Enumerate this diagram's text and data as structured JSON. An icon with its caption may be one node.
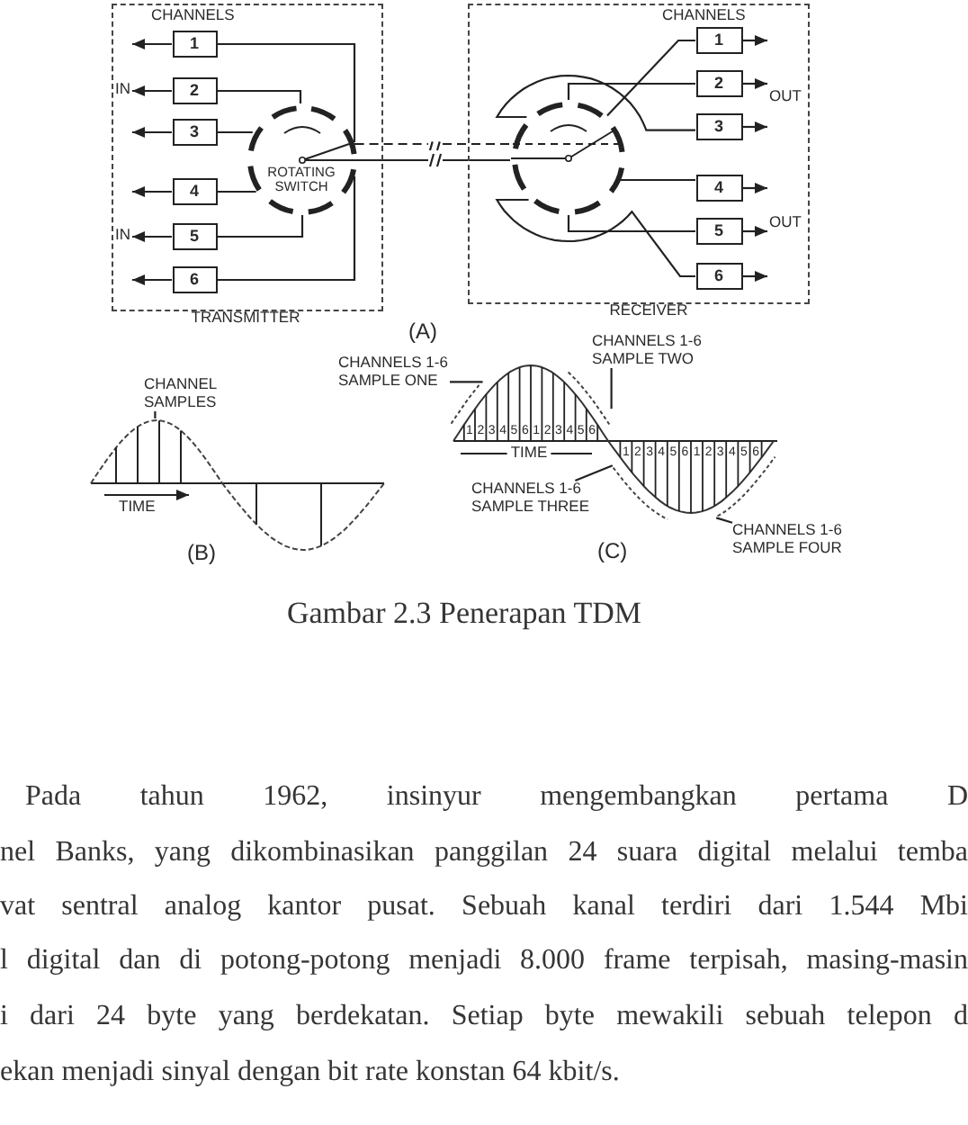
{
  "diagram": {
    "caption": "Gambar 2.3 Penerapan TDM",
    "nodes": [
      {
        "text": [
          "TRANSMITTER"
        ]
      },
      {
        "text": [
          "1"
        ],
        "in": 0
      },
      {
        "text": [
          "2"
        ],
        "in": 0
      },
      {
        "text": [
          "3"
        ],
        "in": 0
      },
      {
        "text": [
          "4"
        ],
        "in": 0
      },
      {
        "text": [
          "5"
        ],
        "in": 0
      },
      {
        "text": [
          "6"
        ],
        "in": 0
      },
      {
        "text": [
          "ROTATING SWITCH"
        ],
        "in": 0
      },
      {
        "text": [
          "RECEIVER"
        ]
      },
      {
        "text": [],
        "shape": "circle",
        "in": 8
      },
      {
        "text": [
          "1"
        ],
        "in": 8
      },
      {
        "text": [
          "2"
        ],
        "in": 8
      },
      {
        "text": [
          "3"
        ],
        "in": 8
      },
      {
        "text": [
          "4"
        ],
        "in": 8
      },
      {
        "text": [
          "5"
        ],
        "in": 8
      },
      {
        "text": [
          "6"
        ],
        "in": 8
      },
      {
        "text": [
          "CHANNEL SAMPLES"
        ]
      },
      {
        "text": [
          "CHANNELS 1-6 SAMPLE ONE"
        ]
      },
      {
        "text": [
          "CHANNELS 1-6 SAMPLE TWO"
        ]
      },
      {
        "text": [
          "CHANNELS 1-6 SAMPLE THREE"
        ]
      },
      {
        "text": [
          "CHANNELS 1-6 SAMPLE FOUR"
        ]
      },
      {
        "text": [
          "IN"
        ],
        "in": 0
      },
      {
        "text": [
          "IN"
        ],
        "in": 0
      },
      {
        "text": [
          "OUT"
        ],
        "in": 8
      },
      {
        "text": [
          "OUT"
        ],
        "in": 8
      },
      {
        "text": [],
        "shape": "picture"
      },
      {
        "text": [],
        "shape": "bracket"
      },
      {
        "text": [],
        "shape": "bracket"
      },
      {
        "text": [],
        "shape": "bracket"
      },
      {
        "text": [],
        "shape": "bracket"
      }
    ],
    "edges": [
      {
        "from": 1,
        "to": 21,
        "arrow": "to"
      },
      {
        "from": 2,
        "to": 21,
        "arrow": "to"
      },
      {
        "from": 3,
        "to": 21,
        "arrow": "to"
      },
      {
        "from": 4,
        "to": 22,
        "arrow": "to"
      },
      {
        "from": 5,
        "to": 22,
        "arrow": "to"
      },
      {
        "from": 6,
        "to": 22,
        "arrow": "to"
      },
      {
        "from": 1,
        "to": 7,
        "arrow": "none"
      },
      {
        "from": 2,
        "to": 7,
        "arrow": "none"
      },
      {
        "from": 3,
        "to": 7,
        "arrow": "none"
      },
      {
        "from": 4,
        "to": 7,
        "arrow": "none"
      },
      {
        "from": 5,
        "to": 7,
        "arrow": "none"
      },
      {
        "from": 6,
        "to": 7,
        "arrow": "none"
      },
      {
        "from": 7,
        "to": 9,
        "arrow": "none",
        "style": "dashed"
      },
      {
        "from": 7,
        "to": 9,
        "arrow": "none"
      },
      {
        "from": 9,
        "to": 10,
        "arrow": "none"
      },
      {
        "from": 9,
        "to": 11,
        "arrow": "none"
      },
      {
        "from": 9,
        "to": 12,
        "arrow": "none"
      },
      {
        "from": 9,
        "to": 13,
        "arrow": "none"
      },
      {
        "from": 9,
        "to": 14,
        "arrow": "none"
      },
      {
        "from": 9,
        "to": 15,
        "arrow": "none"
      },
      {
        "from": 10,
        "to": 23,
        "arrow": "to"
      },
      {
        "from": 11,
        "to": 23,
        "arrow": "to"
      },
      {
        "from": 12,
        "to": 23,
        "arrow": "to"
      },
      {
        "from": 13,
        "to": 24,
        "arrow": "to"
      },
      {
        "from": 14,
        "to": 24,
        "arrow": "to"
      },
      {
        "from": 15,
        "to": 24,
        "arrow": "to"
      },
      {
        "from": 16,
        "to": 25,
        "arrow": "none"
      },
      {
        "from": 17,
        "to": 26,
        "arrow": "none"
      },
      {
        "from": 18,
        "to": 27,
        "arrow": "none"
      },
      {
        "from": 19,
        "to": 28,
        "arrow": "none"
      },
      {
        "from": 20,
        "to": 29,
        "arrow": "none"
      }
    ],
    "labels": [
      "CHANNELS",
      "CHANNELS",
      "(A)",
      "TIME",
      "(B)",
      "1 2 3 4 5 6 1 2 3 4 5 6",
      "TIME",
      "1 2 3 4 5 6 1 2 3 4 5 6",
      "(C)",
      "Pada tahun 1962, insinyur mengembangkan pertama D",
      "nel Banks, yang dikombinasikan panggilan 24 suara digital melalui temba",
      "vat sentral analog kantor pusat. Sebuah kanal terdiri dari 1.544 Mbi",
      "l digital dan di potong-potong menjadi 8.000 frame terpisah, masing-masin",
      "i dari 24 byte yang berdekatan. Setiap byte mewakili sebuah telepon d",
      "ekan menjadi sinyal dengan bit rate konstan 64 kbit/s."
    ]
  }
}
